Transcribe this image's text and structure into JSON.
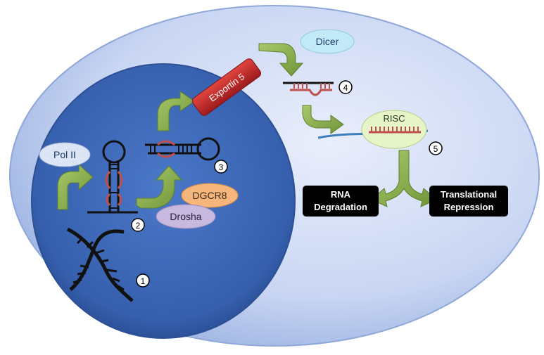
{
  "labels": {
    "pol2": "Pol II",
    "dgcr8": "DGCR8",
    "drosha": "Drosha",
    "exportin": "Exportin 5",
    "dicer": "Dicer",
    "risc": "RISC",
    "rna_degradation_line1": "RNA",
    "rna_degradation_line2": "Degradation",
    "translational_line1": "Translational",
    "translational_line2": "Repression"
  },
  "steps": [
    "1",
    "2",
    "3",
    "4",
    "5"
  ],
  "colors": {
    "cell": "#c5d4f3",
    "nucleus": "#3a64b2",
    "arrow": "#8fb34f",
    "exportin": "#c8262b",
    "dicer": "#bfe8f4",
    "risc": "#e4f4c4",
    "dgcr8": "#f6b57a",
    "drosha": "#c5b6df",
    "pol2": "#d9e4f5",
    "stem": "#c0504d",
    "outcome_box": "#000000"
  }
}
